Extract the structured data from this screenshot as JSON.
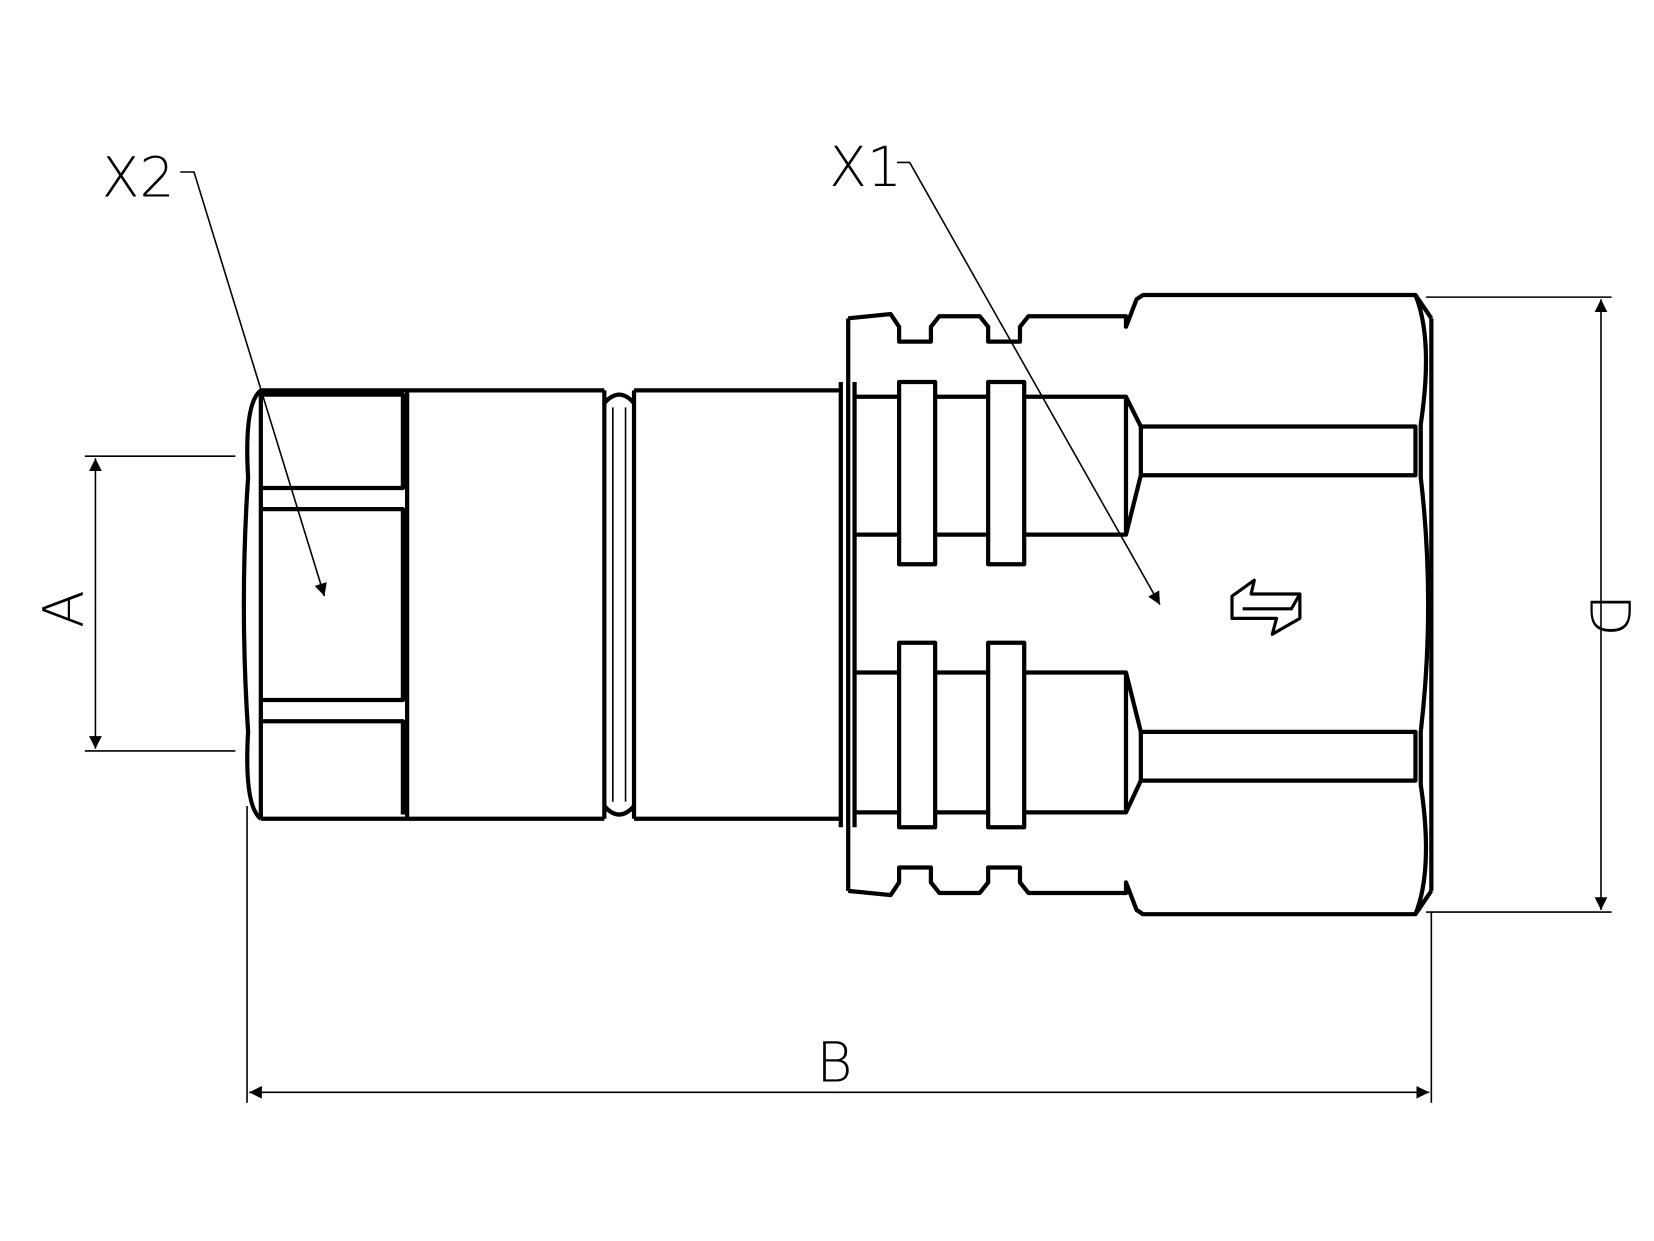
{
  "drawing": {
    "callouts": {
      "x1": "X1",
      "x2": "X2"
    },
    "dimensions": {
      "a": "A",
      "b": "B",
      "d": "D"
    },
    "symbol": "bidirectional-flow-arrow"
  }
}
